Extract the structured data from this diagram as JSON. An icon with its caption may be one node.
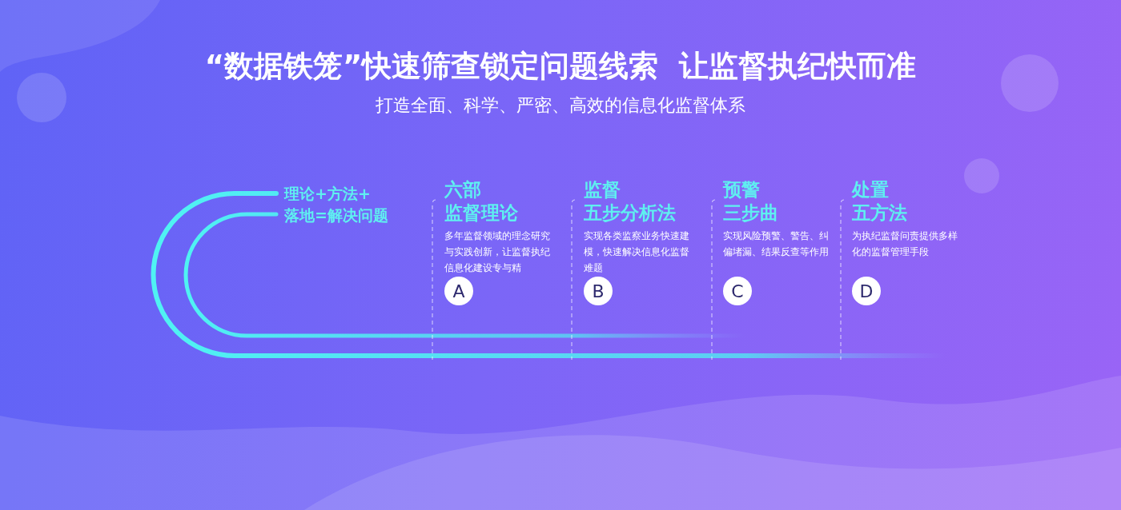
{
  "diagram": {
    "title": "“数据铁笼”快速筛查锁定问题线索  让监督执纪快而准",
    "nodes": [
      {
        "text": [
          "A"
        ]
      },
      {
        "text": [
          "B"
        ]
      },
      {
        "text": [
          "C"
        ]
      },
      {
        "text": [
          "D"
        ]
      }
    ],
    "labels": [
      "打造全面、科学、严密、高效的信息化监督体系",
      "理论+方法+",
      "落地=解决问题",
      "六部",
      "监督理论",
      "多年监督领域的理念研究与实践创新，让监督执纪信息化建设专与精",
      "监督",
      "五步分析法",
      "实现各类监察业务快速建模，快速解决信息化监督难题",
      "预警",
      "三步曲",
      "实现风险预警、警告、纠偏堵漏、结果反查等作用",
      "处置",
      "五方法",
      "为执纪监督问责提供多样化的监督管理手段"
    ]
  }
}
